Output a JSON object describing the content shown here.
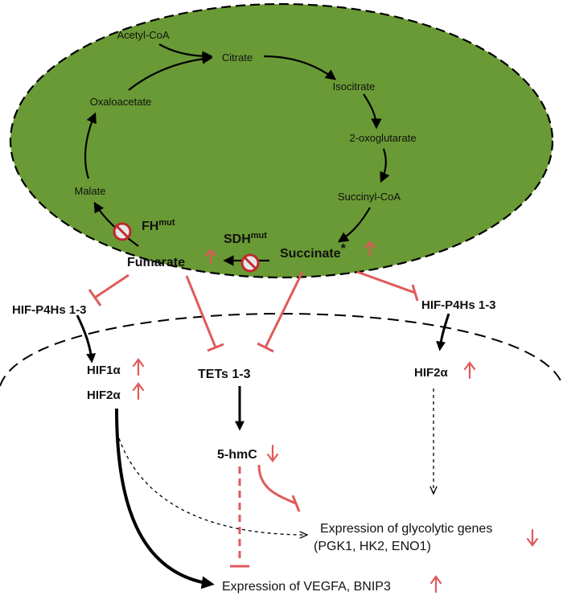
{
  "colors": {
    "mito_fill": "#6a9a35",
    "inhibit": "#e05a5a",
    "arrow": "#000000"
  },
  "tca": {
    "acetyl_coa": "Acetyl-CoA",
    "citrate": "Citrate",
    "isocitrate": "Isocitrate",
    "oxoglutarate": "2-oxoglutarate",
    "succinyl_coa": "Succinyl-CoA",
    "succinate": "Succinate",
    "succinate_star": "*",
    "fumarate": "Fumarate",
    "malate": "Malate",
    "oxaloacetate": "Oxaloacetate"
  },
  "enzymes": {
    "fh": "FH",
    "fh_sup": "mut",
    "sdh": "SDH",
    "sdh_sup": "mut"
  },
  "left": {
    "hif_p4hs": "HIF-P4Hs 1-3",
    "hif1a": "HIF1α",
    "hif2a": "HIF2α"
  },
  "center": {
    "tets": "TETs 1-3",
    "hmc": "5-hmC"
  },
  "right": {
    "hif_p4hs": "HIF-P4Hs 1-3",
    "hif2a": "HIF2α"
  },
  "outputs": {
    "glyco_line1": "Expression of glycolytic genes",
    "glyco_line2": "(PGK1, HK2, ENO1)",
    "vegfa": "Expression of VEGFA, BNIP3"
  }
}
